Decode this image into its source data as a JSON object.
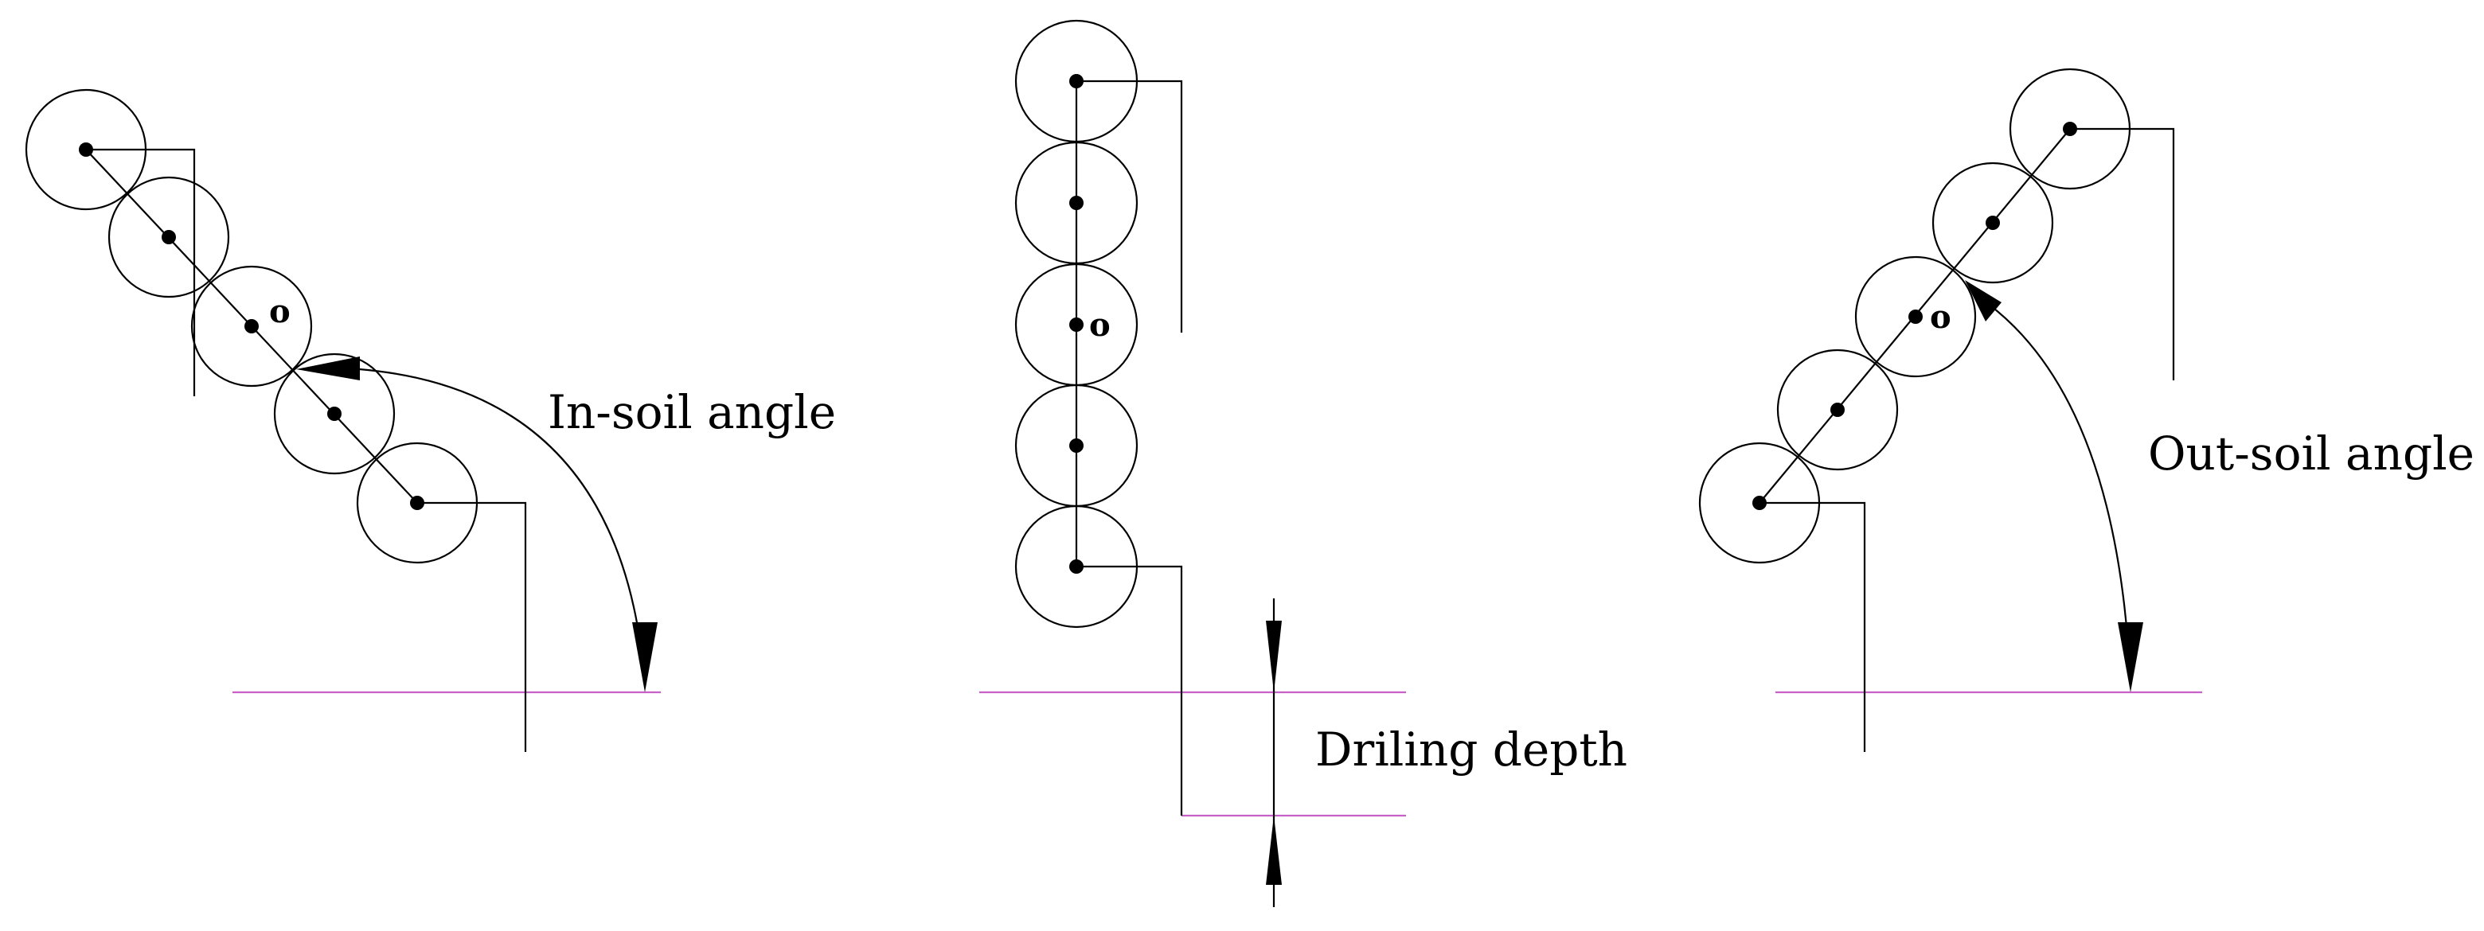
{
  "panels": [
    {
      "id": "in-soil",
      "label": "In-soil angle",
      "center_label": "o"
    },
    {
      "id": "vertical",
      "label": "Driling depth",
      "center_label": "o"
    },
    {
      "id": "out-soil",
      "label": "Out-soil angle",
      "center_label": "o"
    }
  ],
  "colors": {
    "ground_line": "#c860c8",
    "stroke": "#000000"
  }
}
